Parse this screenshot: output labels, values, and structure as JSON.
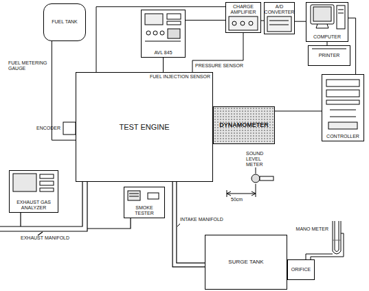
{
  "diagram": {
    "nodes": [
      {
        "text": [
          "FUEL TANK"
        ]
      },
      {
        "text": [
          "AVL 845"
        ]
      },
      {
        "text": [
          "CHARGE AMPLIFIER"
        ]
      },
      {
        "text": [
          "A/D CONVERTER"
        ]
      },
      {
        "text": [
          "COMPUTER"
        ]
      },
      {
        "text": [
          "PRINTER"
        ]
      },
      {
        "text": [
          "TEST ENGINE"
        ]
      },
      {
        "text": [
          "DYNAMOMETER"
        ]
      },
      {
        "text": [
          "CONTROLLER"
        ]
      },
      {
        "text": [
          "EXHAUST GAS ANALYZER"
        ]
      },
      {
        "text": [
          "SMOKE TESTER"
        ]
      },
      {
        "text": [
          "SURGE TANK"
        ]
      },
      {
        "text": [
          "ORIFICE"
        ]
      }
    ],
    "edges": [
      {
        "from": 0,
        "to": 6,
        "arrow": "none"
      },
      {
        "from": 1,
        "to": 6,
        "arrow": "none"
      },
      {
        "from": 1,
        "to": 2,
        "arrow": "none"
      },
      {
        "from": 6,
        "to": 2,
        "arrow": "none"
      },
      {
        "from": 6,
        "to": 2,
        "arrow": "none"
      },
      {
        "from": 2,
        "to": 3,
        "arrow": "none"
      },
      {
        "from": 3,
        "to": 4,
        "arrow": "none"
      },
      {
        "from": 4,
        "to": 5,
        "arrow": "none"
      },
      {
        "from": 4,
        "to": 8,
        "arrow": "none"
      },
      {
        "from": 8,
        "to": 7,
        "arrow": "none"
      },
      {
        "from": 6,
        "to": 11,
        "arrow": "none"
      }
    ],
    "labels": [
      "FUEL METERING GAUGE",
      "FUEL INJECTION SENSOR",
      "PRESSURE SENSOR",
      "ENCODER",
      "SOUND LEVEL METER",
      "50cm",
      "EXHAUST MANIFOLD",
      "INTAKE MANIFOLD",
      "MANO METER"
    ]
  }
}
